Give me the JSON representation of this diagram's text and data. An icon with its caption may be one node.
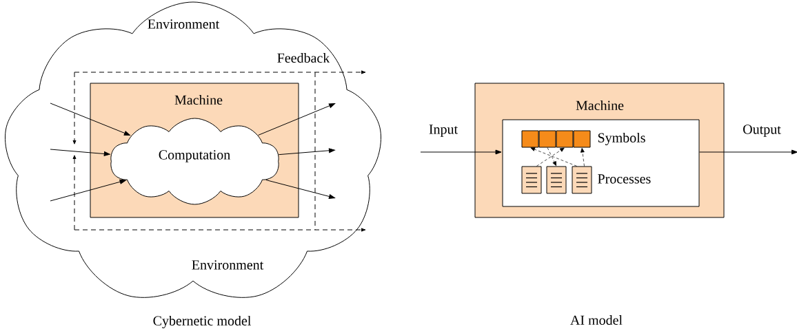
{
  "diagram": {
    "nodes": [
      {
        "text": [
          "Environment",
          "Environment"
        ]
      },
      {
        "text": [
          "Machine"
        ],
        "in": 0
      },
      {
        "text": [
          "Computation"
        ],
        "in": 1
      },
      {
        "text": [
          "Machine"
        ]
      },
      {
        "text": [],
        "shape": "box",
        "in": 3
      },
      {
        "text": [],
        "shape": "box",
        "in": 4
      },
      {
        "text": [],
        "shape": "box",
        "in": 4
      },
      {
        "text": [],
        "shape": "box",
        "in": 4
      },
      {
        "text": [],
        "shape": "box",
        "in": 4
      },
      {
        "text": [],
        "shape": "picture",
        "in": 4
      },
      {
        "text": [],
        "shape": "picture",
        "in": 4
      },
      {
        "text": [],
        "shape": "picture",
        "in": 4
      }
    ],
    "edges": [
      {
        "from": null,
        "to": 2,
        "arrow": "to"
      },
      {
        "from": null,
        "to": 2,
        "arrow": "to"
      },
      {
        "from": null,
        "to": 2,
        "arrow": "to"
      },
      {
        "from": 2,
        "to": null,
        "arrow": "to"
      },
      {
        "from": 2,
        "to": null,
        "arrow": "to"
      },
      {
        "from": 2,
        "to": null,
        "arrow": "to"
      },
      {
        "from": null,
        "to": 4,
        "arrow": "to",
        "label": "Input"
      },
      {
        "from": 4,
        "to": null,
        "arrow": "to",
        "label": "Output"
      },
      {
        "from": 9,
        "to": 7,
        "arrow": "to",
        "style": "dashed"
      },
      {
        "from": 6,
        "to": 10,
        "arrow": "to",
        "style": "dashed"
      },
      {
        "from": 11,
        "to": 5,
        "arrow": "to",
        "style": "dashed"
      },
      {
        "from": 11,
        "to": 8,
        "arrow": "to",
        "style": "dashed"
      }
    ],
    "labels": [
      "Feedback",
      "Symbols",
      "Processes",
      "Cybernetic model",
      "AI model"
    ]
  }
}
